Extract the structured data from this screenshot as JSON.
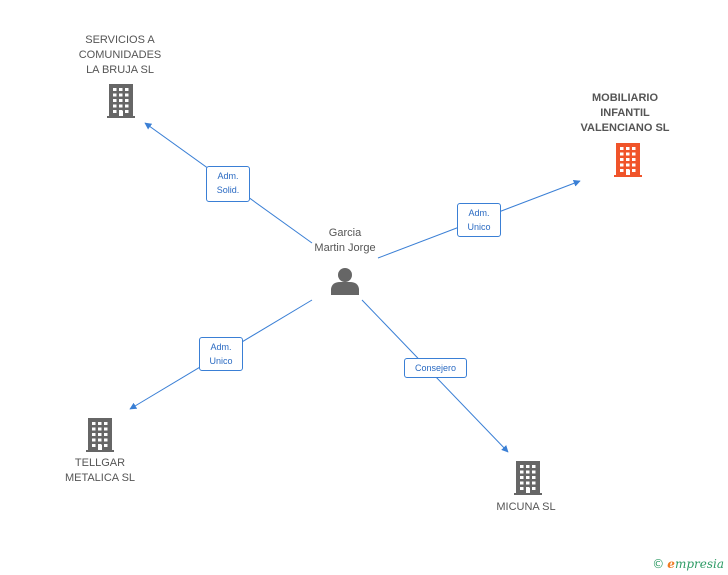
{
  "person": {
    "name_line1": "Garcia",
    "name_line2": "Martin Jorge",
    "icon": "person-icon"
  },
  "companies": [
    {
      "id": "servicios",
      "lines": [
        "SERVICIOS A",
        "COMUNIDADES",
        "LA BRUJA SL"
      ],
      "icon": "building-icon",
      "color": "#666666",
      "highlight": false
    },
    {
      "id": "mobiliario",
      "lines": [
        "MOBILIARIO",
        "INFANTIL",
        "VALENCIANO SL"
      ],
      "icon": "building-icon",
      "color": "#f0542a",
      "highlight": true
    },
    {
      "id": "tellgar",
      "lines": [
        "TELLGAR",
        "METALICA SL"
      ],
      "icon": "building-icon",
      "color": "#666666",
      "highlight": false
    },
    {
      "id": "micuna",
      "lines": [
        "MICUNA SL"
      ],
      "icon": "building-icon",
      "color": "#666666",
      "highlight": false
    }
  ],
  "relations": [
    {
      "to": "servicios",
      "label_lines": [
        "Adm.",
        "Solid."
      ]
    },
    {
      "to": "mobiliario",
      "label_lines": [
        "Adm.",
        "Unico"
      ]
    },
    {
      "to": "tellgar",
      "label_lines": [
        "Adm.",
        "Unico"
      ]
    },
    {
      "to": "micuna",
      "label_lines": [
        "Consejero"
      ]
    }
  ],
  "colors": {
    "edge": "#3a7fd5",
    "building": "#666666",
    "building_highlight": "#f0542a",
    "person": "#666666"
  },
  "watermark": {
    "copyright": "©",
    "brand_initial": "e",
    "brand_rest": "mpresia"
  }
}
